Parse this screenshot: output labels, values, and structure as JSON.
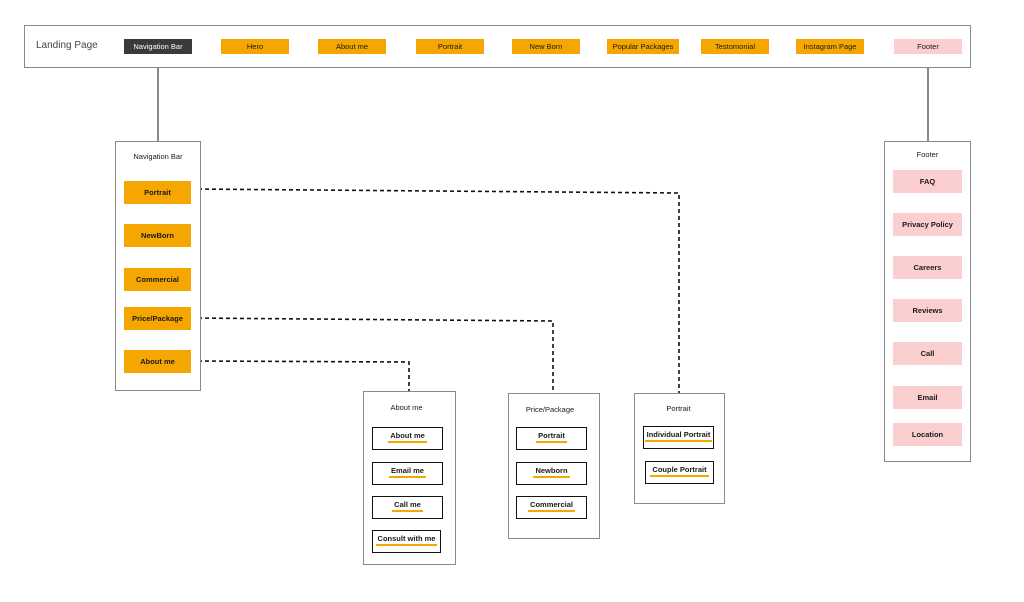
{
  "colors": {
    "accent_orange": "#f5a600",
    "footer_pink": "#fbcfcf",
    "nav_dark": "#3a3a3a",
    "connector": "#111111"
  },
  "landing": {
    "title": "Landing Page",
    "sections": [
      "Navigation Bar",
      "Hero",
      "About me",
      "Portrait",
      "New Born",
      "Popular Packages",
      "Testomonial",
      "Instagram Page",
      "Footer"
    ]
  },
  "nav_panel": {
    "title": "Navigation Bar",
    "items": [
      "Portrait",
      "NewBorn",
      "Commercial",
      "Price/Package",
      "About me"
    ]
  },
  "footer_panel": {
    "title": "Footer",
    "items": [
      "FAQ",
      "Privacy Policy",
      "Careers",
      "Reviews",
      "Call",
      "Email",
      "Location"
    ]
  },
  "about_panel": {
    "title": "About me",
    "items": [
      "About me",
      "Email me",
      "Call me",
      "Consult with me"
    ]
  },
  "price_panel": {
    "title": "Price/Package",
    "items": [
      "Portrait",
      "Newborn",
      "Commercial"
    ]
  },
  "portrait_panel": {
    "title": "Portrait",
    "items": [
      "Individual Portrait",
      "Couple Portrait"
    ]
  }
}
